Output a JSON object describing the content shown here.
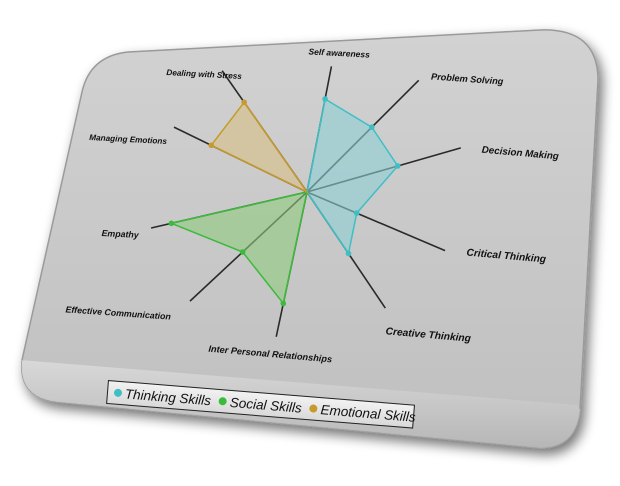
{
  "chart_data": {
    "type": "radar",
    "axes": [
      "Self awareness",
      "Problem Solving",
      "Decision Making",
      "Critical Thinking",
      "Creative Thinking",
      "Inter Personal Relationships",
      "Effective Communication",
      "Empathy",
      "Managing Emotions",
      "Dealing with Stress"
    ],
    "series": [
      {
        "name": "Thinking Skills",
        "color": "#3fbfc4",
        "fill": "#8ed0d6",
        "values": {
          "Self awareness": 0.74,
          "Problem Solving": 0.58,
          "Decision Making": 0.59,
          "Critical Thinking": 0.36,
          "Creative Thinking": 0.53
        }
      },
      {
        "name": "Social Skills",
        "color": "#3cba3c",
        "fill": "#8fcc7f",
        "values": {
          "Inter Personal Relationships": 0.77,
          "Effective Communication": 0.55,
          "Empathy": 0.87
        }
      },
      {
        "name": "Emotional Skills",
        "color": "#c69a2c",
        "fill": "#d9bf86",
        "values": {
          "Managing Emotions": 0.72,
          "Dealing with Stress": 0.74
        }
      }
    ],
    "range": [
      0,
      1
    ],
    "legend_position": "bottom"
  }
}
